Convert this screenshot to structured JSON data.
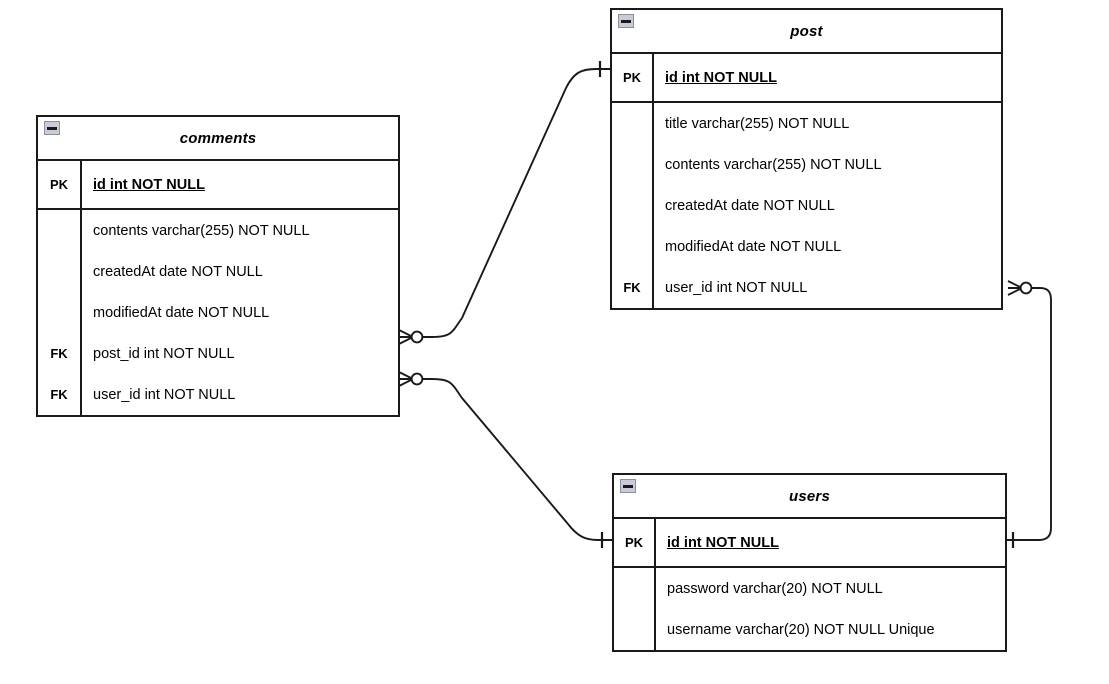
{
  "diagram": {
    "type": "entity-relationship-diagram",
    "notation": "crows-foot",
    "background": "#ffffff",
    "line_color": "#1a1a1a",
    "icon": {
      "name": "collapse-minus-icon",
      "fill": "#c9ccd6",
      "border": "#8d919e"
    }
  },
  "entities": [
    {
      "id": "comments",
      "title": "comments",
      "keys": [
        {
          "key": "PK",
          "name": "id int NOT NULL",
          "pk": true
        }
      ],
      "attributes": [
        {
          "key": "",
          "name": "contents varchar(255) NOT NULL"
        },
        {
          "key": "",
          "name": "createdAt date NOT NULL"
        },
        {
          "key": "",
          "name": "modifiedAt date NOT NULL"
        },
        {
          "key": "FK",
          "name": "post_id int NOT NULL"
        },
        {
          "key": "FK",
          "name": "user_id int NOT NULL"
        }
      ]
    },
    {
      "id": "post",
      "title": "post",
      "keys": [
        {
          "key": "PK",
          "name": "id int NOT NULL",
          "pk": true
        }
      ],
      "attributes": [
        {
          "key": "",
          "name": "title varchar(255) NOT NULL"
        },
        {
          "key": "",
          "name": "contents varchar(255) NOT NULL"
        },
        {
          "key": "",
          "name": "createdAt date NOT NULL"
        },
        {
          "key": "",
          "name": "modifiedAt date NOT NULL"
        },
        {
          "key": "FK",
          "name": "user_id int NOT NULL"
        }
      ]
    },
    {
      "id": "users",
      "title": "users",
      "keys": [
        {
          "key": "PK",
          "name": "id int NOT NULL",
          "pk": true
        }
      ],
      "attributes": [
        {
          "key": "",
          "name": "password varchar(20) NOT NULL"
        },
        {
          "key": "",
          "name": "username varchar(20) NOT NULL Unique"
        }
      ]
    }
  ],
  "relationships": [
    {
      "id": "comments-post",
      "from": "comments.post_id",
      "to": "post.id",
      "from_cardinality": "zero-or-many",
      "to_cardinality": "exactly-one"
    },
    {
      "id": "comments-users",
      "from": "comments.user_id",
      "to": "users.id",
      "from_cardinality": "zero-or-many",
      "to_cardinality": "exactly-one"
    },
    {
      "id": "post-users",
      "from": "post.user_id",
      "to": "users.id",
      "from_cardinality": "zero-or-many",
      "to_cardinality": "exactly-one"
    }
  ]
}
